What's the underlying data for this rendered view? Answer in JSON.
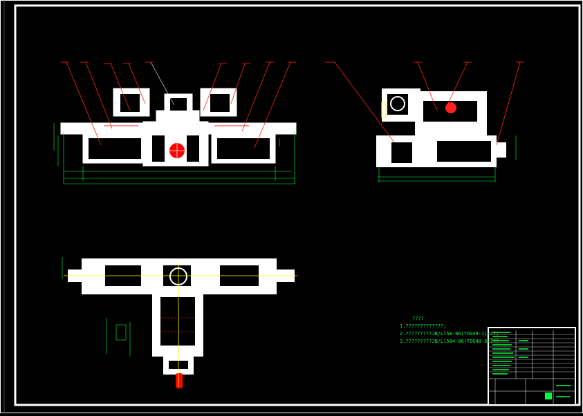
{
  "drawing": {
    "notes": {
      "title": "????",
      "lines": [
        "1.?????????????;",
        "2.?????????JB/Ll58-86(TOG48-1)???;",
        "3.?????????JB/Ll584-86(TOG48-5)???"
      ]
    },
    "colors": {
      "background": "#000000",
      "border": "#ffffff",
      "part": "#ffffff",
      "dimension": "#00ff3c",
      "leader": "#ff2020",
      "centerline": "#ffff00",
      "section": "#ff0000"
    }
  }
}
